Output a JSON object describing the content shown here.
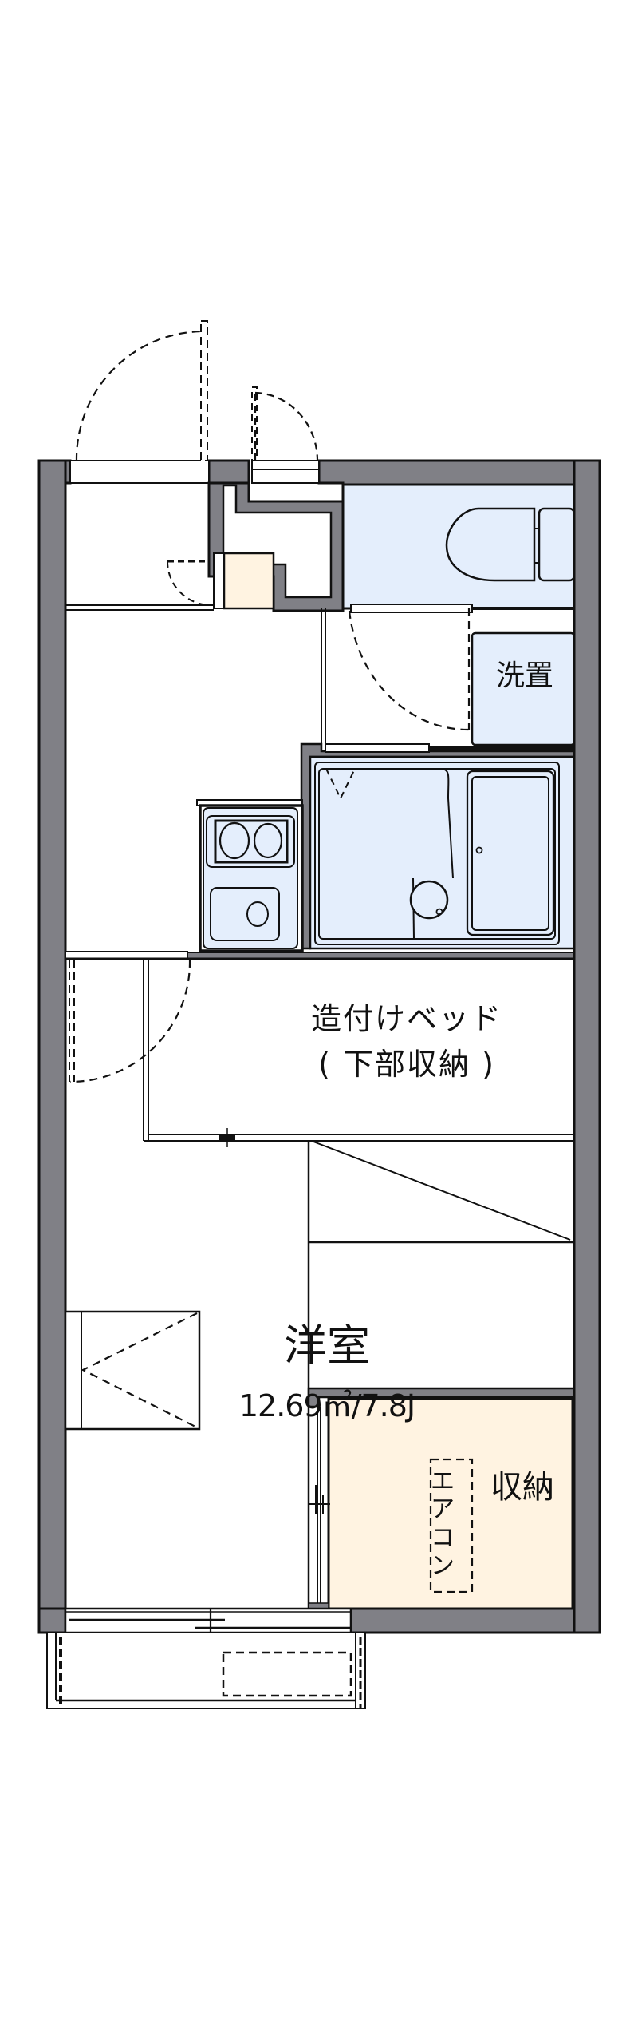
{
  "floor_plan": {
    "type": "1K apartment floor plan",
    "rooms": {
      "western_room": {
        "name": "洋室",
        "area": "12.69㎡/7.8J"
      },
      "built_in_bed": {
        "line1": "造付けベッド",
        "line2": "( 下部収納 )"
      },
      "washer_space": {
        "name": "洗置"
      },
      "closet": {
        "name": "収納"
      },
      "air_conditioner": {
        "name": "エアコン"
      }
    },
    "colors": {
      "wall": "#808086",
      "wet_area": "#e4eefc",
      "storage": "#fff3e1",
      "line": "#111111",
      "background": "#ffffff"
    },
    "fixtures": [
      "toilet",
      "unit-bath",
      "bathtub",
      "wash-basin",
      "two-burner-stove",
      "kitchen-sink",
      "entrance-door",
      "window",
      "balcony"
    ]
  }
}
